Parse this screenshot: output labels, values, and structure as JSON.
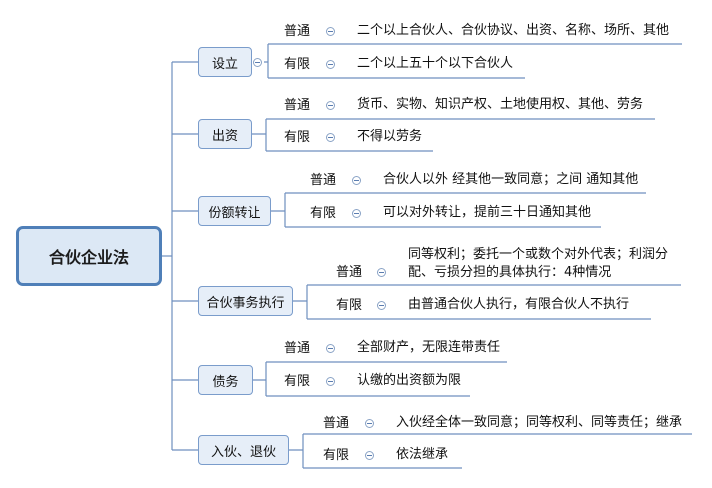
{
  "root": {
    "label": "合伙企业法"
  },
  "topics": [
    {
      "label": "设立",
      "items": [
        {
          "kind": "普通",
          "text": "二个以上合伙人、合伙协议、出资、名称、场所、其他"
        },
        {
          "kind": "有限",
          "text": "二个以上五十个以下合伙人"
        }
      ]
    },
    {
      "label": "出资",
      "items": [
        {
          "kind": "普通",
          "text": "货币、实物、知识产权、土地使用权、其他、劳务"
        },
        {
          "kind": "有限",
          "text": "不得以劳务"
        }
      ]
    },
    {
      "label": "份额转让",
      "items": [
        {
          "kind": "普通",
          "text": "合伙人以外 经其他一致同意；之间 通知其他"
        },
        {
          "kind": "有限",
          "text": "可以对外转让，提前三十日通知其他"
        }
      ]
    },
    {
      "label": "合伙事务执行",
      "items": [
        {
          "kind": "普通",
          "text": "同等权利；委托一个或数个对外代表；利润分配、亏损分担的具体执行：4种情况"
        },
        {
          "kind": "有限",
          "text": "由普通合伙人执行，有限合伙人不执行"
        }
      ]
    },
    {
      "label": "债务",
      "items": [
        {
          "kind": "普通",
          "text": "全部财产，无限连带责任"
        },
        {
          "kind": "有限",
          "text": "认缴的出资额为限"
        }
      ]
    },
    {
      "label": "入伙、退伙",
      "items": [
        {
          "kind": "普通",
          "text": "入伙经全体一致同意；同等权利、同等责任；继承"
        },
        {
          "kind": "有限",
          "text": "依法继承"
        }
      ]
    }
  ],
  "colors": {
    "line": "#6f8fbf",
    "topic_fill": "#e6eef8",
    "root_fill": "#dce8f5",
    "root_border": "#4f7fb8"
  }
}
